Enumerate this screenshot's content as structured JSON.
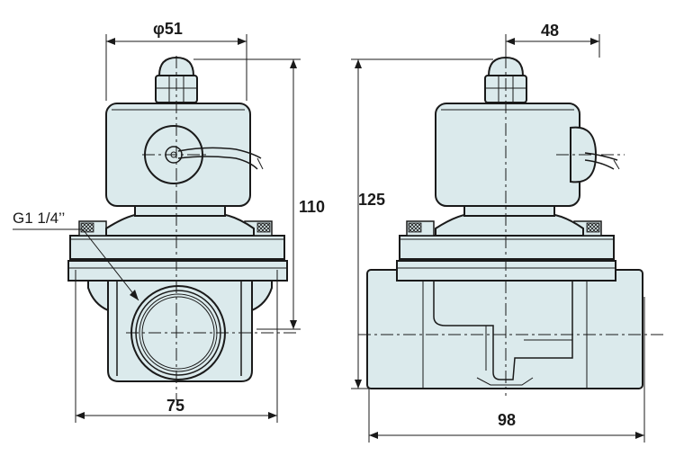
{
  "dimensions": {
    "diameter_coil": "φ51",
    "height_front": "110",
    "width_front": "75",
    "thread_size": "G1 1/4’’",
    "offset_side": "48",
    "height_total": "125",
    "length_side": "98"
  },
  "colors": {
    "body": "#dbeaec",
    "line": "#1a1a1a",
    "background": "#ffffff"
  }
}
